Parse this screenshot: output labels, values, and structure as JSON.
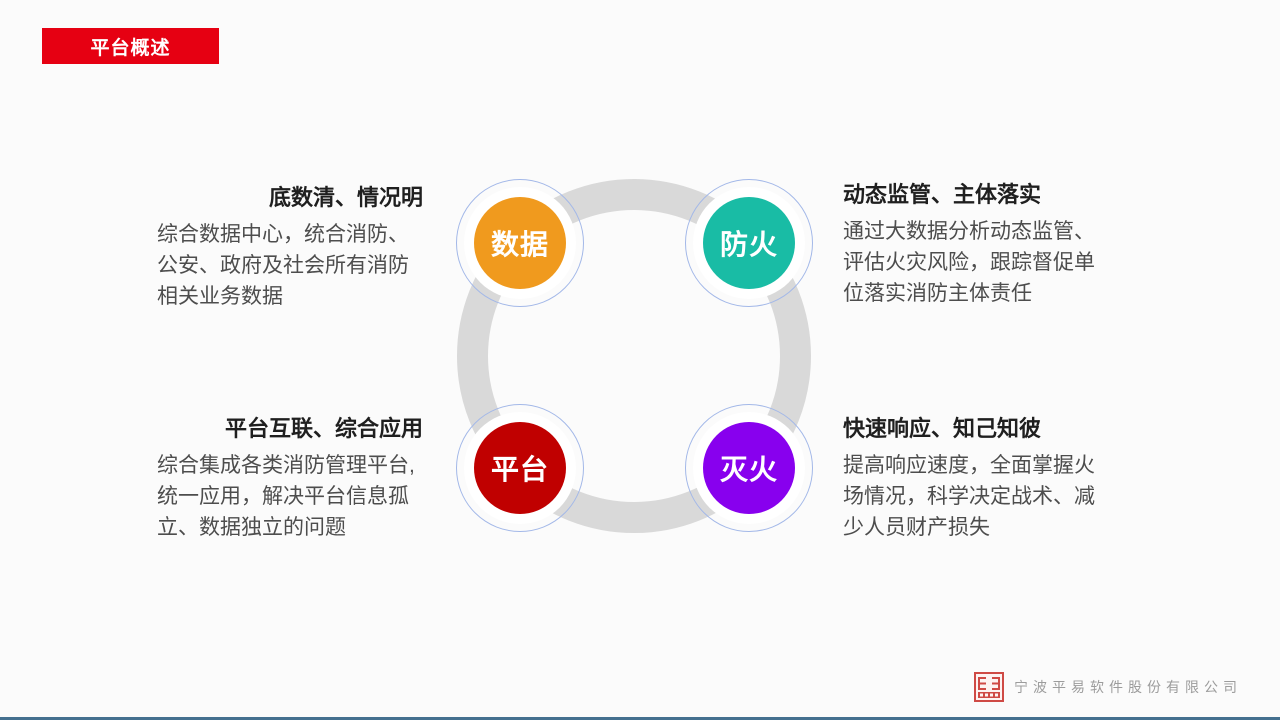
{
  "header": {
    "badge": "平台概述"
  },
  "nodes": [
    {
      "id": "data",
      "label": "数据",
      "color": "#f09a1e"
    },
    {
      "id": "fire-prevention",
      "label": "防火",
      "color": "#19bca5"
    },
    {
      "id": "platform",
      "label": "平台",
      "color": "#c00000"
    },
    {
      "id": "fire-fighting",
      "label": "灭火",
      "color": "#8800ee"
    }
  ],
  "blocks": [
    {
      "title": "底数清、情况明",
      "body": "综合数据中心，统合消防、公安、政府及社会所有消防相关业务数据"
    },
    {
      "title": "动态监管、主体落实",
      "body": "通过大数据分析动态监管、评估火灾风险，跟踪督促单位落实消防主体责任"
    },
    {
      "title": "平台互联、综合应用",
      "body": "综合集成各类消防管理平台,统一应用，解决平台信息孤立、数据独立的问题"
    },
    {
      "title": "快速响应、知己知彼",
      "body": "提高响应速度，全面掌握火场情况，科学决定战术、减少人员财产损失"
    }
  ],
  "footer": {
    "company": "宁波平易软件股份有限公司",
    "logo": "pingyi-seal-icon"
  },
  "colors": {
    "badge_red": "#e60012",
    "ring_gray": "#d9d9d9",
    "node_outline_blue": "#a3b8e8",
    "bottom_bar_blue": "#44708f",
    "title_text": "#1f1f1f",
    "body_text": "#4d4d4d",
    "footer_text": "#9c9c9c"
  }
}
